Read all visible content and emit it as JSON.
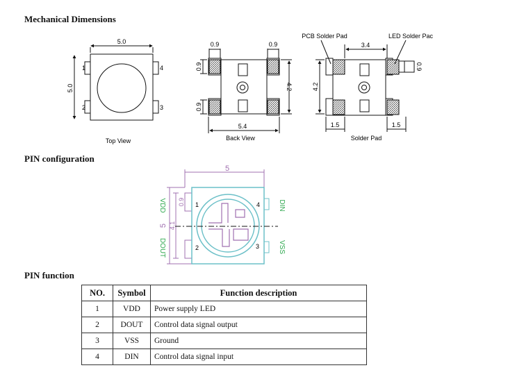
{
  "sections": {
    "mechanical": "Mechanical  Dimensions",
    "pin_config": "PIN  configuration",
    "pin_function": "PIN function"
  },
  "top_view": {
    "caption": "Top View",
    "width": "5.0",
    "height": "5.0",
    "pins": [
      "1",
      "2",
      "3",
      "4"
    ]
  },
  "back_view": {
    "caption": "Back View",
    "pad_w": "0.9",
    "pad_h": "0.9",
    "height": "4.2",
    "width": "5.4"
  },
  "solder_pad": {
    "caption": "Solder Pad",
    "pcb_label": "PCB Solder Pad",
    "led_label": "LED Solder Pac",
    "span": "3.4",
    "height": "4.2",
    "pad": "0.9",
    "margin": "1.5"
  },
  "pin_diagram": {
    "width": "5",
    "height": "5",
    "pad": "0.9",
    "pitch": "4.1",
    "left_labels": [
      "VDD",
      "DOUT"
    ],
    "right_labels": [
      "DIN",
      "VSS"
    ],
    "pins": [
      "1",
      "2",
      "3",
      "4"
    ],
    "colors": {
      "outline": "#a070b0",
      "body": "#6cc0c8",
      "label": "#2ea84e"
    }
  },
  "table": {
    "headers": [
      "NO.",
      "Symbol",
      "Function description"
    ],
    "rows": [
      {
        "no": "1",
        "symbol": "VDD",
        "desc": "Power supply LED"
      },
      {
        "no": "2",
        "symbol": "DOUT",
        "desc": "Control data signal output"
      },
      {
        "no": "3",
        "symbol": "VSS",
        "desc": "Ground"
      },
      {
        "no": "4",
        "symbol": "DIN",
        "desc": "Control data signal input"
      }
    ]
  }
}
